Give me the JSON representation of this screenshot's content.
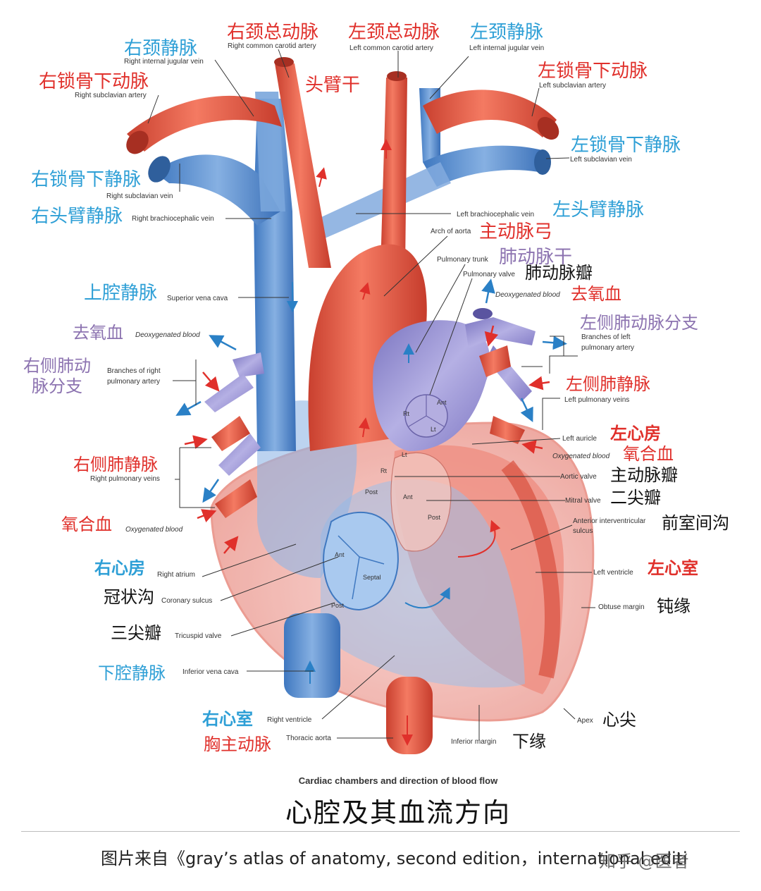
{
  "figure": {
    "title_en": "Cardiac chambers and direction of blood flow",
    "title_zh": "心腔及其血流方向",
    "source": "图片来自《gray’s atlas of anatomy, second edition，international editi",
    "watermark": "知乎 @医者"
  },
  "colors": {
    "artery": "#e8523f",
    "vein": "#5b8fd0",
    "pulmonary": "#8c86c8",
    "label_blue": "#2e9fd6",
    "label_red": "#e0302b",
    "label_purple": "#8c73b0",
    "label_black": "#111111"
  },
  "labels": {
    "r_carotid": {
      "zh": "右颈总动脉",
      "en": "Right common carotid artery"
    },
    "l_carotid": {
      "zh": "左颈总动脉",
      "en": "Left common carotid artery"
    },
    "l_jugular": {
      "zh": "左颈静脉",
      "en": "Left internal jugular vein"
    },
    "r_jugular": {
      "zh": "右颈静脉",
      "en": "Right internal jugular vein"
    },
    "r_subclavian_a": {
      "zh": "右锁骨下动脉",
      "en": "Right subclavian artery"
    },
    "brachiocephalic_trunk": {
      "zh": "头臂干"
    },
    "l_subclavian_a": {
      "zh": "左锁骨下动脉",
      "en": "Left subclavian artery"
    },
    "l_subclavian_v": {
      "zh": "左锁骨下静脉",
      "en": "Left subclavian vein"
    },
    "r_subclavian_v": {
      "zh": "右锁骨下静脉",
      "en": "Right subclavian vein"
    },
    "r_brachiocephalic_v": {
      "zh": "右头臂静脉",
      "en": "Right brachiocephalic vein"
    },
    "l_brachiocephalic_v": {
      "zh": "左头臂静脉",
      "en": "Left brachiocephalic vein"
    },
    "arch_aorta": {
      "zh": "主动脉弓",
      "en": "Arch of aorta"
    },
    "pulmonary_trunk": {
      "zh": "肺动脉干",
      "en": "Pulmonary trunk"
    },
    "pulmonary_valve": {
      "zh": "肺动脉瓣",
      "en": "Pulmonary valve"
    },
    "deoxy_left": {
      "zh": "去氧血",
      "en": "Deoxygenated blood"
    },
    "svc": {
      "zh": "上腔静脉",
      "en": "Superior vena cava"
    },
    "deoxy_right": {
      "zh": "去氧血",
      "en": "Deoxygenated blood"
    },
    "l_pa_branches": {
      "zh": "左侧肺动脉分支",
      "en1": "Branches of left",
      "en2": "pulmonary artery"
    },
    "r_pa_branches": {
      "zh1": "右侧肺动",
      "zh2": "脉分支",
      "en1": "Branches of right",
      "en2": "pulmonary artery"
    },
    "l_pulm_veins": {
      "zh": "左侧肺静脉",
      "en": "Left pulmonary veins"
    },
    "left_auricle": {
      "zh": "左心房",
      "en": "Left auricle"
    },
    "oxy_left": {
      "zh": "氧合血",
      "en": "Oxygenated blood"
    },
    "r_pulm_veins": {
      "zh": "右侧肺静脉",
      "en": "Right pulmonary veins"
    },
    "aortic_valve": {
      "zh": "主动脉瓣",
      "en": "Aortic valve"
    },
    "mitral_valve": {
      "zh": "二尖瓣",
      "en": "Mitral valve"
    },
    "oxy_right": {
      "zh": "氧合血",
      "en": "Oxygenated blood"
    },
    "ant_iv_sulcus": {
      "zh": "前室间沟",
      "en1": "Anterior interventricular",
      "en2": "sulcus"
    },
    "right_atrium": {
      "zh": "右心房",
      "en": "Right atrium"
    },
    "left_ventricle": {
      "zh": "左心室",
      "en": "Left ventricle"
    },
    "coronary_sulcus": {
      "zh": "冠状沟",
      "en": "Coronary sulcus"
    },
    "obtuse_margin": {
      "zh": "钝缘",
      "en": "Obtuse margin"
    },
    "tricuspid": {
      "zh": "三尖瓣",
      "en": "Tricuspid valve"
    },
    "ivc": {
      "zh": "下腔静脉",
      "en": "Inferior vena cava"
    },
    "right_ventricle": {
      "zh": "右心室",
      "en": "Right ventricle"
    },
    "apex": {
      "zh": "心尖",
      "en": "Apex"
    },
    "thoracic_aorta": {
      "zh": "胸主动脉",
      "en": "Thoracic aorta"
    },
    "inferior_margin": {
      "zh": "下缘",
      "en": "Inferior margin"
    }
  },
  "valve_cusps": {
    "pulm_rt": "Rt",
    "pulm_ant": "Ant",
    "pulm_lt": "Lt",
    "aortic_lt": "Lt",
    "aortic_rt": "Rt",
    "aortic_post": "Post",
    "mitral_ant": "Ant",
    "mitral_post": "Post",
    "tric_ant": "Ant",
    "tric_septal": "Septal",
    "tric_post": "Post"
  }
}
